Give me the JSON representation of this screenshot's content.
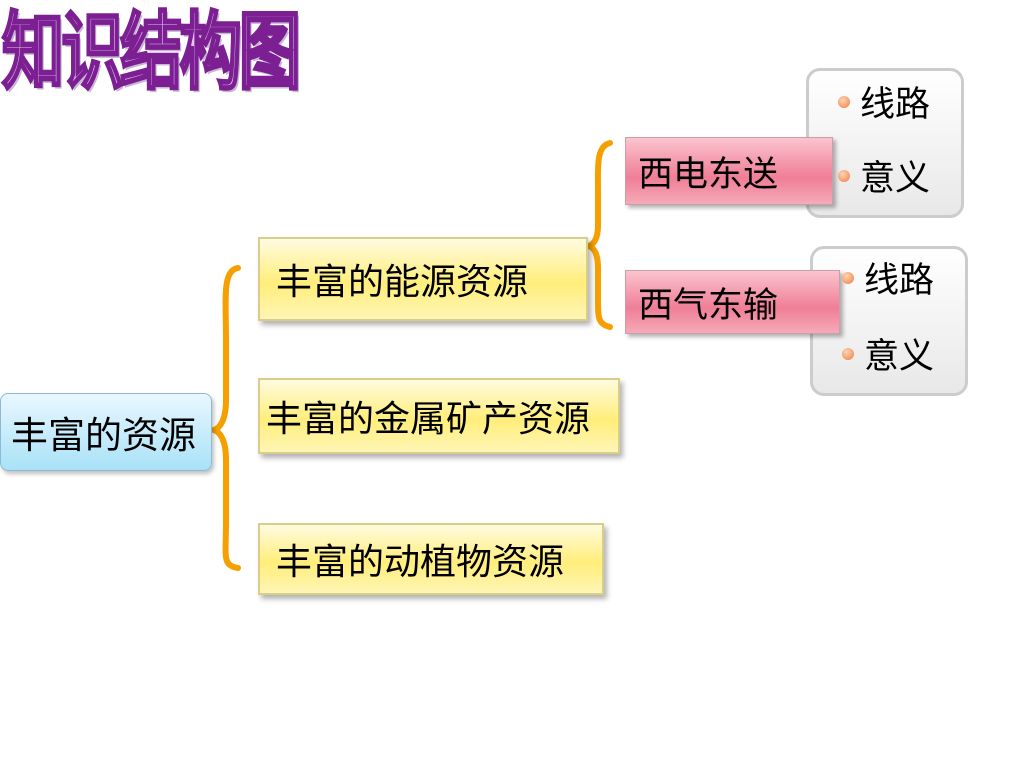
{
  "title": "知识结构图",
  "root": "丰富的资源",
  "categories": [
    "丰富的能源资源",
    "丰富的金属矿产资源",
    "丰富的动植物资源"
  ],
  "projects": [
    {
      "label": "西电东送",
      "points": [
        "线路",
        "意义"
      ]
    },
    {
      "label": "西气东输",
      "points": [
        "线路",
        "意义"
      ]
    }
  ],
  "colors": {
    "brace": "#f5a000",
    "title": "#7b1f93",
    "root_fill": "#a9e2f7",
    "category_fill": "#ffee7a",
    "project_fill": "#ef7e96",
    "bullet": "#f07a3a"
  }
}
